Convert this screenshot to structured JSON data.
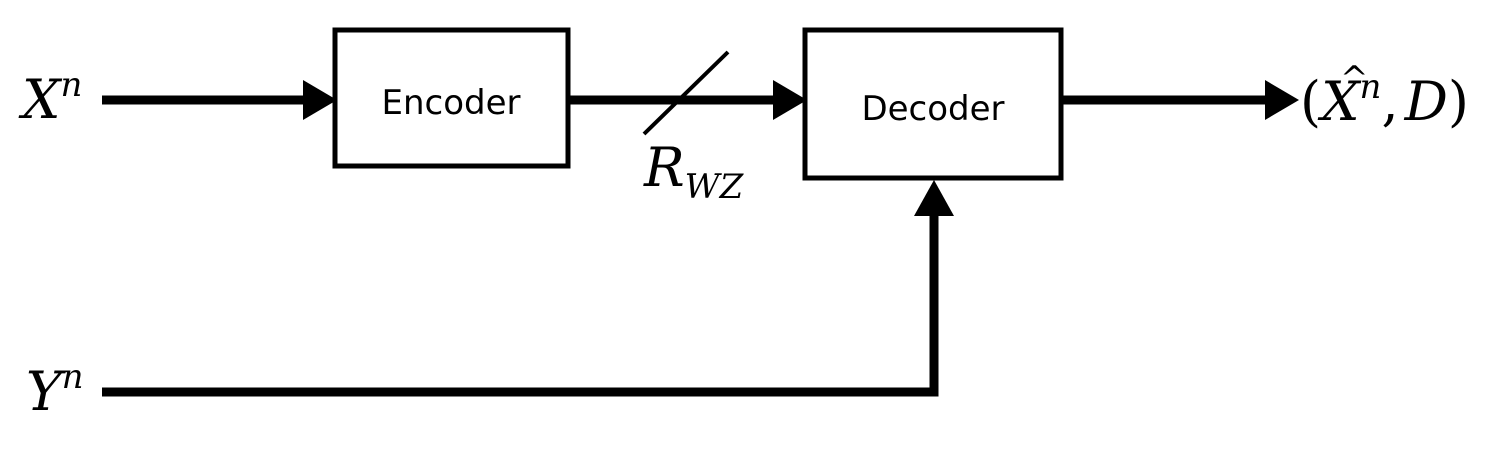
{
  "blocks": {
    "encoder": "Encoder",
    "decoder": "Decoder"
  },
  "signals": {
    "source": {
      "base": "X",
      "sup": "n"
    },
    "side_info": {
      "base": "Y",
      "sup": "n"
    },
    "rate": {
      "base": "R",
      "sub": "WZ"
    },
    "output": {
      "open": "(",
      "base": "X",
      "hat": "^",
      "sup": "n",
      "sep": ",",
      "distortion": "D",
      "close": ")"
    }
  },
  "colors": {
    "stroke": "#000000",
    "background": "#ffffff"
  }
}
